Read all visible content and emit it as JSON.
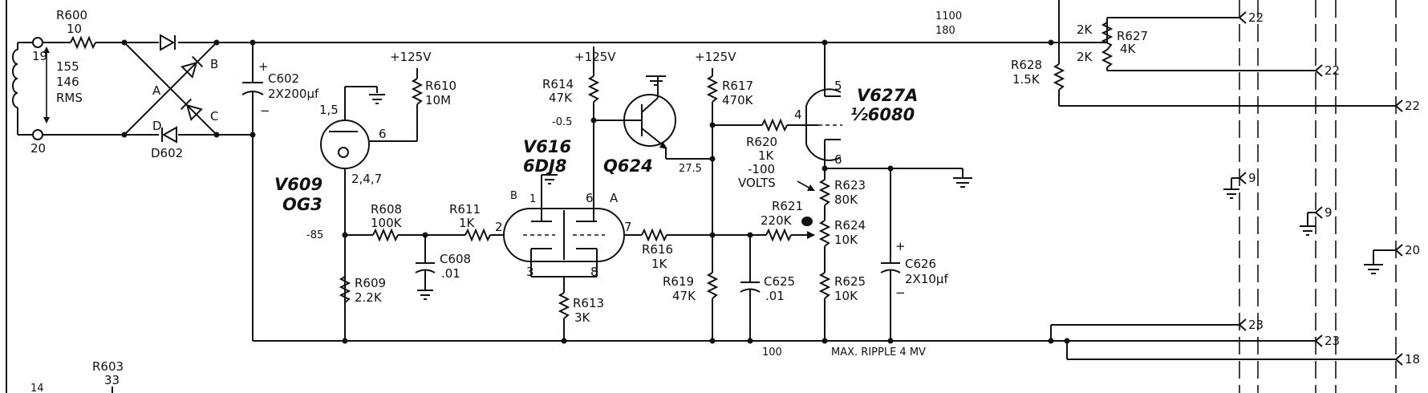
{
  "rectifier": {
    "r600": "R600",
    "r600_val": "10",
    "t19": "19",
    "t20": "20",
    "v155": "155",
    "v146": "146",
    "rms": "RMS",
    "da": "A",
    "db": "B",
    "dc": "C",
    "dd": "D",
    "d602": "D602"
  },
  "filter": {
    "c602": "C602",
    "c602_val": "2X200µf",
    "plus": "+",
    "minus": "−"
  },
  "regulator": {
    "v1_supply": "+125V",
    "r610": "R610",
    "r610_val": "10M",
    "v609": "V609",
    "v609_type": "OG3",
    "pin_1_5": "1,5",
    "pin_6": "6",
    "pin_247": "2,4,7",
    "v_neg85": "-85",
    "r608": "R608",
    "r608_val": "100K",
    "r609": "R609",
    "r609_val": "2.2K"
  },
  "amplifier": {
    "v2_supply": "+125V",
    "r614": "R614",
    "r614_val": "47K",
    "v_neg05": "-0.5",
    "r611": "R611",
    "r611_val": "1K",
    "c608": "C608",
    "c608_val": ".01",
    "v616": "V616",
    "v616_type": "6DJ8",
    "pin_b": "B",
    "pin_1": "1",
    "pin_2": "2",
    "pin_3": "3",
    "pin_6": "6",
    "pin_a": "A",
    "pin_7": "7",
    "pin_8": "8",
    "r613": "R613",
    "r613_val": "3K",
    "q624": "Q624",
    "v_275": "27.5",
    "v3_supply": "+125V",
    "r617": "R617",
    "r617_val": "470K",
    "r616": "R616",
    "r616_val": "1K",
    "r619": "R619",
    "r619_val": "47K",
    "c625": "C625",
    "c625_val": ".01"
  },
  "output": {
    "r620": "R620",
    "r620_val": "1K",
    "neg100": "-100",
    "volts": "VOLTS",
    "v627a": "V627A",
    "v627a_type": "½6080",
    "pin_4": "4",
    "pin_5": "5",
    "pin_6": "6",
    "r621": "R621",
    "r621_val": "220K",
    "r623": "R623",
    "r623_val": "80K",
    "r624": "R624",
    "r624_val": "10K",
    "r625": "R625",
    "r625_val": "10K",
    "c626": "C626",
    "c626_val": "2X10µf",
    "plus": "+",
    "minus": "−",
    "ripple": "MAX. RIPPLE 4 MV",
    "v_100": "100",
    "top_v1": "1100",
    "top_v2": "180"
  },
  "divider": {
    "r628": "R628",
    "r628_val": "1.5K",
    "r627": "R627",
    "r627_val": "4K",
    "tap1": "2K",
    "tap2": "2K"
  },
  "connectors": [
    "22",
    "22",
    "22",
    "9",
    "9",
    "20",
    "23",
    "23",
    "18"
  ],
  "footer": {
    "r603": "R603",
    "r603_val": "33",
    "pin14": "14"
  }
}
